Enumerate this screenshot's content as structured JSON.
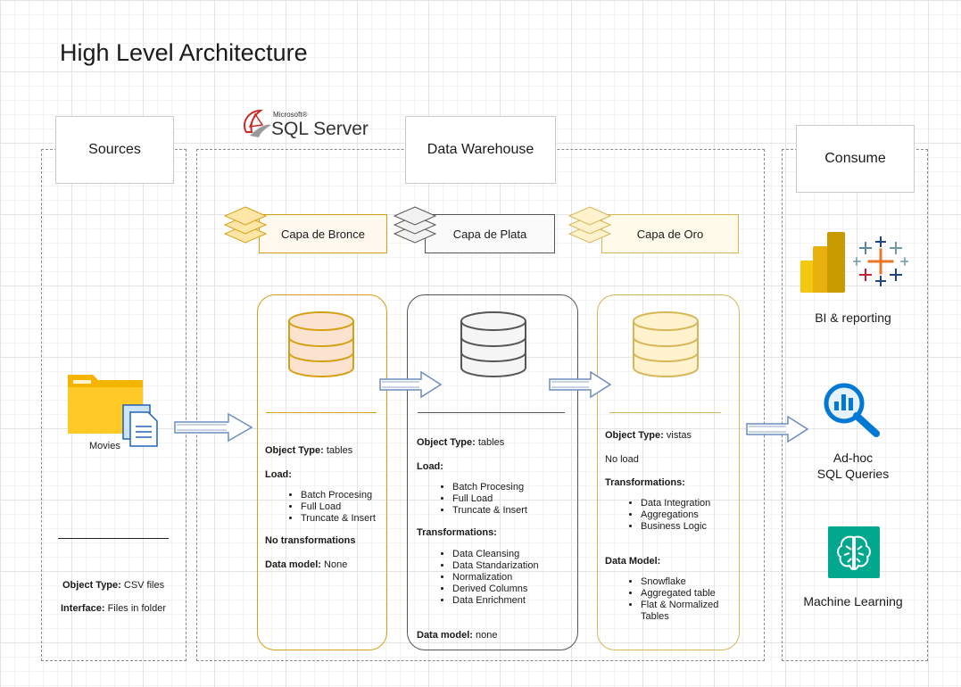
{
  "title": "High Level Architecture",
  "sql_logo": {
    "small": "Microsoft®",
    "big": "SQL Server"
  },
  "headers": {
    "sources": "Sources",
    "dw": "Data Warehouse",
    "consume": "Consume"
  },
  "layers": {
    "bronze": "Capa de Bronce",
    "silver": "Capa de Plata",
    "gold": "Capa de Oro"
  },
  "sources": {
    "icon_label": "Movies",
    "object_type_label": "Object Type:",
    "object_type_value": " CSV files",
    "interface_label": "Interface:",
    "interface_value": " Files in folder"
  },
  "bronze": {
    "object_type_label": "Object Type:",
    "object_type_value": " tables",
    "load_label": "Load:",
    "load_items": [
      "Batch Procesing",
      "Full Load",
      "Truncate & Insert"
    ],
    "no_transform": "No transformations",
    "data_model_label": "Data model:",
    "data_model_value": " None"
  },
  "silver": {
    "object_type_label": "Object Type:",
    "object_type_value": " tables",
    "load_label": "Load:",
    "load_items": [
      "Batch Procesing",
      "Full Load",
      "Truncate & Insert"
    ],
    "transform_label": "Transformations:",
    "transform_items": [
      "Data Cleansing",
      "Data Standarization",
      "Normalization",
      "Derived Columns",
      "Data Enrichment"
    ],
    "data_model_label": "Data model:",
    "data_model_value": " none"
  },
  "gold": {
    "object_type_label": "Object Type:",
    "object_type_value": " vistas",
    "no_load": "No load",
    "transform_label": "Transformations:",
    "transform_items": [
      "Data Integration",
      "Aggregations",
      "Business Logic"
    ],
    "data_model_label": "Data Model:",
    "data_model_items": [
      "Snowflake",
      "Aggregated table",
      "Flat & Normalized Tables"
    ]
  },
  "consume": {
    "bi": "BI & reporting",
    "adhoc_line1": "Ad-hoc",
    "adhoc_line2": "SQL Queries",
    "ml": "Machine Learning"
  },
  "colors": {
    "bronze": "#d4a017",
    "bronze_fill": "#fce3cf",
    "silver": "#555555",
    "silver_fill": "#f5f5f5",
    "gold": "#d6b656",
    "gold_fill": "#fff2cc",
    "arrow": "#6c8ebf",
    "folder": "#ffc107",
    "sql_red": "#cc2927",
    "ml_green": "#01a88d",
    "search_blue": "#0078d4"
  },
  "icons": [
    "folder-icon",
    "document-icon",
    "sql-server-logo-icon",
    "layers-icon",
    "database-icon",
    "power-bi-icon",
    "tableau-icon",
    "search-analytics-icon",
    "machine-learning-brain-icon",
    "arrow-right-icon"
  ]
}
